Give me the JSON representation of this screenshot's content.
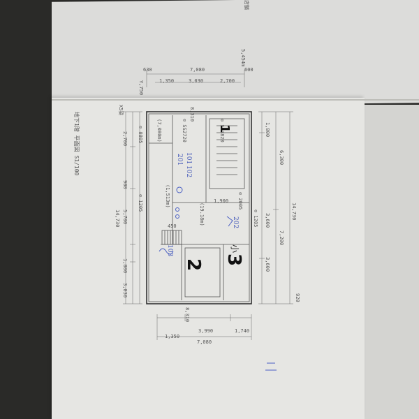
{
  "top_sheet": {
    "dims_top": [
      "630",
      "7,080",
      "600"
    ],
    "dims_sub": [
      "1,350",
      "3,030",
      "2,700"
    ],
    "corner_note": "5,454m",
    "side_left": "Y,750",
    "corner_text": "店舗"
  },
  "plan": {
    "title": "地下1階 平面図 S1/100",
    "scale_label": "X5梁",
    "top_wall": "8,310",
    "bottom_wall": "8,310",
    "left_dims": [
      "2,700",
      "900",
      "5,700",
      "1,800",
      "3,030"
    ],
    "total_left": "14,730",
    "right_dims": [
      "1,800",
      "6,300",
      "3,600",
      "7,200",
      "3,600",
      "920"
    ],
    "total_right": "14,730",
    "bottom_dims": [
      "1,350",
      "3,990",
      "1,740"
    ],
    "bottom_total": "7,080",
    "labels": {
      "b1": "⊙ SS2720",
      "b2": "⊙ SS2820",
      "w1": "⊙ 0805",
      "w2": "⊙ 1205",
      "w3": "⊙ 1205",
      "w4": "⊙ 2005",
      "r1": "(7,080m)",
      "r2": "(19.18m)",
      "r3": "(1,513m)",
      "r4": "1,900",
      "r5": "450"
    },
    "room_numbers": [
      "1",
      "2",
      "3"
    ],
    "handwritten": [
      "101",
      "102",
      "103",
      "201",
      "202",
      "小"
    ]
  }
}
